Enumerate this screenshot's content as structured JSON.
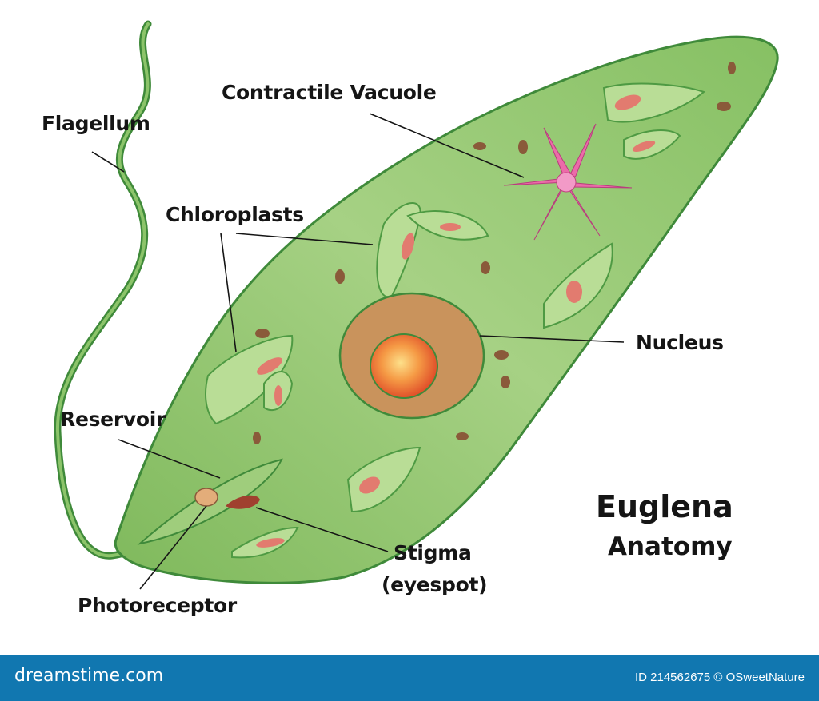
{
  "labels": {
    "flagellum": "Flagellum",
    "contractile_vacuole": "Contractile Vacuole",
    "chloroplasts": "Chloroplasts",
    "nucleus": "Nucleus",
    "reservoir": "Reservoir",
    "stigma": "Stigma",
    "stigma_sub": "(eyespot)",
    "photoreceptor": "Photoreceptor"
  },
  "title": {
    "line1": "Euglena",
    "line2": "Anatomy"
  },
  "footer": {
    "brand": "dreamstime.com",
    "credit": "ID 214562675 © OSweetNature"
  },
  "colors": {
    "cell": "#8cc46a",
    "outline": "#3f8a3a",
    "nucleus": "#c9935c",
    "vacuole": "#e0609f",
    "footer": "#1177b0"
  }
}
